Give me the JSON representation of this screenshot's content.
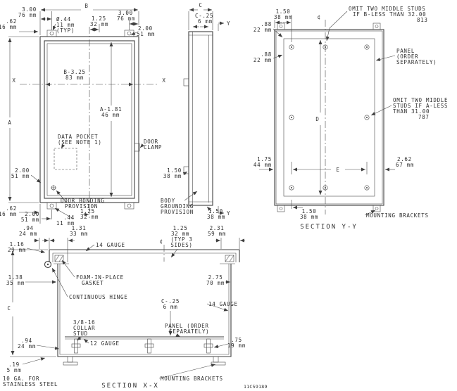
{
  "front": {
    "b_label": "B",
    "a_label": "A",
    "x_label_left": "X",
    "x_label_right": "X",
    "dim_3_00_left_in": "3.00",
    "dim_3_00_left_mm": "76 mm",
    "dim_3_00_right_in": "3.00",
    "dim_3_00_right_mm": "76 mm",
    "dim_2_00_tr_in": "2.00",
    "dim_2_00_tr_mm": "51 mm",
    "dim_62_top_in": ".62",
    "dim_62_top_mm": "16 mm",
    "hole_note_dia": "Ø.44",
    "hole_note_mm": "11 mm",
    "hole_note_typ": "(TYP)",
    "dim_1_25_top_in": "1.25",
    "dim_1_25_top_mm": "32 mm",
    "dim_b325_in": "B-3.25",
    "dim_b325_mm": "83 mm",
    "dim_a181_in": "A-1.81",
    "dim_a181_mm": "46 mm",
    "data_pocket_line1": "DATA POCKET",
    "data_pocket_line2": "(SEE NOTE 1)",
    "door_clamp_line1": "DOOR",
    "door_clamp_line2": "CLAMP",
    "dim_2_00_left_in": "2.00",
    "dim_2_00_left_mm": "51 mm",
    "door_bonding_line1": "DOOR BONDING",
    "door_bonding_line2": "PROVISION",
    "dim_62_bot_in": ".62",
    "dim_62_bot_mm": "16 mm",
    "dim_2_00_bot_in": "2.00",
    "dim_2_00_bot_mm": "51 mm",
    "dim_44_bot_in": ".44",
    "dim_44_bot_mm": "11 mm",
    "dim_1_25_bot_in": "1.25",
    "dim_1_25_bot_mm": "32 mm"
  },
  "side": {
    "c_label": "C",
    "dim_c25_in": "C-.25",
    "dim_c25_mm": "6 mm",
    "y_label_top": "Y",
    "y_label_bottom": "Y",
    "dim_1_50_clamp_in": "1.50",
    "dim_1_50_clamp_mm": "38 mm",
    "grounding_line1": "BODY",
    "grounding_line2": "GROUNDING",
    "grounding_line3": "PROVISION",
    "dim_1_50_bot_in": "1.50",
    "dim_1_50_bot_mm": "38 mm"
  },
  "yy": {
    "dim_1_50_top_in": "1.50",
    "dim_1_50_top_mm": "38 mm",
    "dim_88_a_in": ".88",
    "dim_88_a_mm": "22 mm",
    "omit_b_line1": "OMIT TWO MIDDLE STUDS",
    "omit_b_line2": "IF B-LESS THAN 32.00",
    "omit_b_line3": "813",
    "centerline_symbol": "¢",
    "dim_88_b_in": ".88",
    "dim_88_b_mm": "22 mm",
    "panel_line1": "PANEL",
    "panel_line2": "(ORDER",
    "panel_line3": "SEPARATELY)",
    "d_label": "D",
    "omit_a_line1": "OMIT TWO MIDDLE",
    "omit_a_line2": "STUDS IF A-LESS",
    "omit_a_line3": "THAN 31.00",
    "omit_a_line4": "787",
    "dim_1_75_in": "1.75",
    "dim_1_75_mm": "44 mm",
    "e_label": "E",
    "dim_2_62_in": "2.62",
    "dim_2_62_mm": "67 mm",
    "dim_1_50_bot_in": "1.50",
    "dim_1_50_bot_mm": "38 mm",
    "mounting_label": "MOUNTING BRACKETS",
    "title": "SECTION Y-Y"
  },
  "xx": {
    "dim_94_top_in": ".94",
    "dim_94_top_mm": "24 mm",
    "dim_1_31_in": "1.31",
    "dim_1_31_mm": "33 mm",
    "dim_1_16_in": "1.16",
    "dim_1_16_mm": "29 mm",
    "gauge14_top": "14 GAUGE",
    "centerline_symbol": "¢",
    "dim_1_25_in": "1.25",
    "dim_1_25_mm": "32 mm",
    "dim_1_25_note1": "(TYP 3",
    "dim_1_25_note2": "SIDES)",
    "dim_2_31_in": "2.31",
    "dim_2_31_mm": "59 mm",
    "dim_1_38_in": "1.38",
    "dim_1_38_mm": "35 mm",
    "foam_line1": "FOAM-IN-PLACE",
    "foam_line2": "GASKET",
    "dim_2_75_in": "2.75",
    "dim_2_75_mm": "70 mm",
    "hinge_label": "CONTINUOUS HINGE",
    "dim_c25_in": "C-.25",
    "dim_c25_mm": "6 mm",
    "gauge14_side": "14 GAUGE",
    "c_label": "C",
    "collar_line1": "3/8-16",
    "collar_line2": "COLLAR",
    "collar_line3": "STUD",
    "dim_94_bot_in": ".94",
    "dim_94_bot_mm": "24 mm",
    "gauge12": "12 GAUGE",
    "panel_line1": "PANEL (ORDER",
    "panel_line2": "SEPARATELY)",
    "dim_75_in": ".75",
    "dim_75_mm": "19 mm",
    "dim_19_in": ".19",
    "dim_19_mm": "5 mm",
    "stainless_line1": "10 GA. FOR",
    "stainless_line2": "STAINLESS STEEL",
    "mounting_label": "MOUNTING BRACKETS",
    "title": "SECTION X-X",
    "drawing_number": "11C59189"
  }
}
